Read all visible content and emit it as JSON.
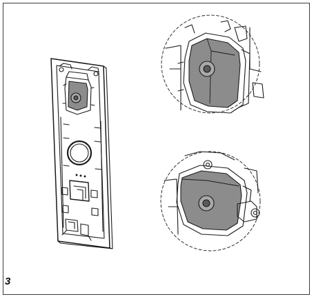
{
  "figure": {
    "number": "3"
  },
  "colors": {
    "line": "#1a1a1a",
    "module_gray": "#8c8c8c",
    "module_gray_light": "#a9a9a9",
    "frame": "#3a3a3a",
    "background": "#ffffff"
  },
  "illustration": {
    "panel": "intercom-backplate-with-camera-module",
    "detail_views": [
      "camera-module-detail-top",
      "camera-module-detail-bottom"
    ]
  }
}
